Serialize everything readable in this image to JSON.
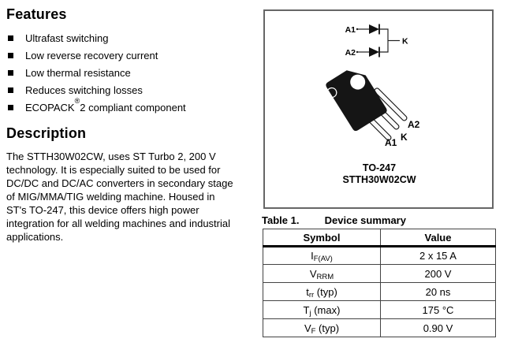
{
  "features": {
    "title": "Features",
    "items": [
      {
        "pre": "Ultrafast switching",
        "sup": "",
        "post": ""
      },
      {
        "pre": "Low reverse recovery current",
        "sup": "",
        "post": ""
      },
      {
        "pre": "Low thermal resistance",
        "sup": "",
        "post": ""
      },
      {
        "pre": "Reduces switching losses",
        "sup": "",
        "post": ""
      },
      {
        "pre": "ECOPACK",
        "sup": "®",
        "post": "2 compliant component"
      }
    ]
  },
  "description": {
    "title": "Description",
    "text": "The STTH30W02CW, uses ST Turbo 2, 200 V\ntechnology. It is especially suited to be used for\nDC/DC and DC/AC converters in secondary stage\nof MIG/MMA/TIG welding machine. Housed in\nST's TO-247, this device offers high power\nintegration for all welding machines and industrial\napplications."
  },
  "package_box": {
    "schematic": {
      "anode1_label": "A1",
      "anode2_label": "A2",
      "cathode_label": "K"
    },
    "pin_labels": {
      "a1": "A1",
      "k": "K",
      "a2": "A2"
    },
    "package_name": "TO-247",
    "part_number": "STTH30W02CW"
  },
  "device_table": {
    "caption_label": "Table 1.",
    "caption_title": "Device summary",
    "headers": {
      "symbol": "Symbol",
      "value": "Value"
    },
    "rows": [
      {
        "sym_base": "I",
        "sym_sub": "F(AV)",
        "sym_post": "",
        "value": "2 x 15 A"
      },
      {
        "sym_base": "V",
        "sym_sub": "RRM",
        "sym_post": "",
        "value": "200 V"
      },
      {
        "sym_base": "t",
        "sym_sub": "rr",
        "sym_post": " (typ)",
        "value": "20 ns"
      },
      {
        "sym_base": "T",
        "sym_sub": "j",
        "sym_post": " (max)",
        "value": "175 °C"
      },
      {
        "sym_base": "V",
        "sym_sub": "F",
        "sym_post": " (typ)",
        "value": "0.90 V"
      }
    ]
  },
  "colors": {
    "text": "#000000",
    "box_border": "#666666",
    "table_border": "#444444",
    "header_rule": "#000000"
  }
}
